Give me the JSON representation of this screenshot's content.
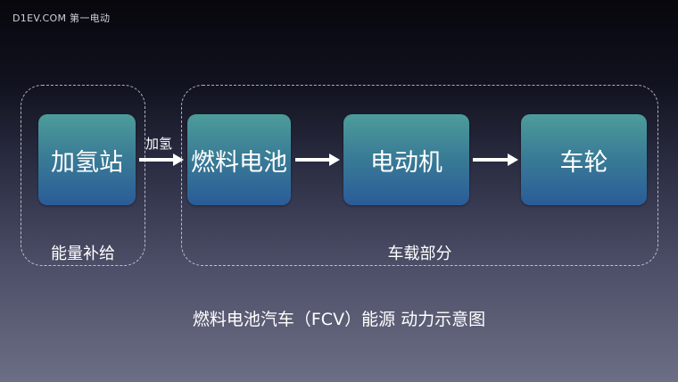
{
  "watermark": "D1EV.COM 第一电动",
  "groups": {
    "supply": "能量补给",
    "vehicle": "车载部分"
  },
  "nodes": {
    "hydrogen_station": "加氢站",
    "fuel_cell": "燃料电池",
    "motor": "电动机",
    "wheel": "车轮"
  },
  "edges": {
    "refuel_label": "加氢"
  },
  "caption": "燃料电池汽车（FCV）能源 动力示意图",
  "colors": {
    "node_top": "#4d9c9a",
    "node_bottom": "#2a5c98",
    "background_top": "#07070c",
    "background_bottom": "#6c6e85"
  }
}
